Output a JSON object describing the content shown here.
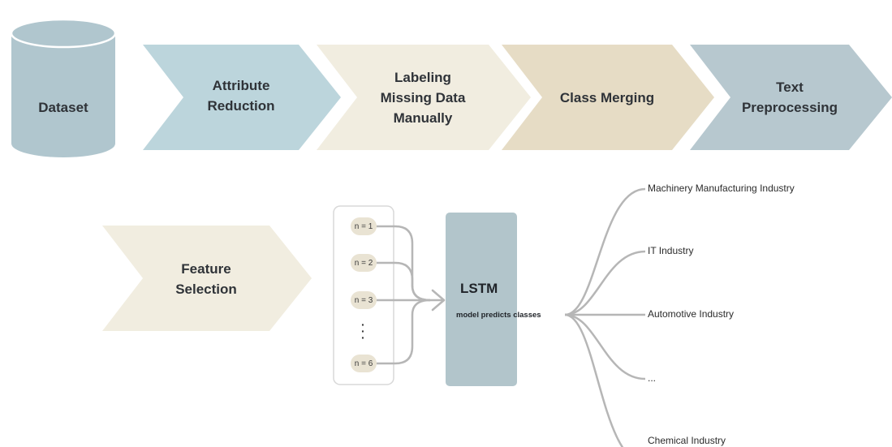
{
  "colors": {
    "dataset": "#b0c6ce",
    "attribute_reduction": "#bcd5dc",
    "labeling": "#f1ede0",
    "class_merging": "#e6dcc5",
    "text_preprocessing": "#b7c8cf",
    "feature_selection": "#f1ede0",
    "lstm": "#b2c5cb",
    "connector": "#b6b6b6",
    "ngram_chip": "#e9e3d3"
  },
  "pipeline": {
    "dataset": "Dataset",
    "attribute_reduction": [
      "Attribute",
      "Reduction"
    ],
    "labeling": [
      "Labeling",
      "Missing Data",
      "Manually"
    ],
    "class_merging": "Class Merging",
    "text_preprocessing": [
      "Text",
      "Preprocessing"
    ]
  },
  "feature_selection": [
    "Feature",
    "Selection"
  ],
  "ngrams": [
    "n = 1",
    "n = 2",
    "n = 3",
    "n = 6"
  ],
  "lstm": {
    "title": "LSTM",
    "subtitle": "model predicts classes"
  },
  "classes": [
    "Machinery Manufacturing Industry",
    "IT Industry",
    "Automotive Industry",
    "...",
    "Chemical Industry"
  ]
}
